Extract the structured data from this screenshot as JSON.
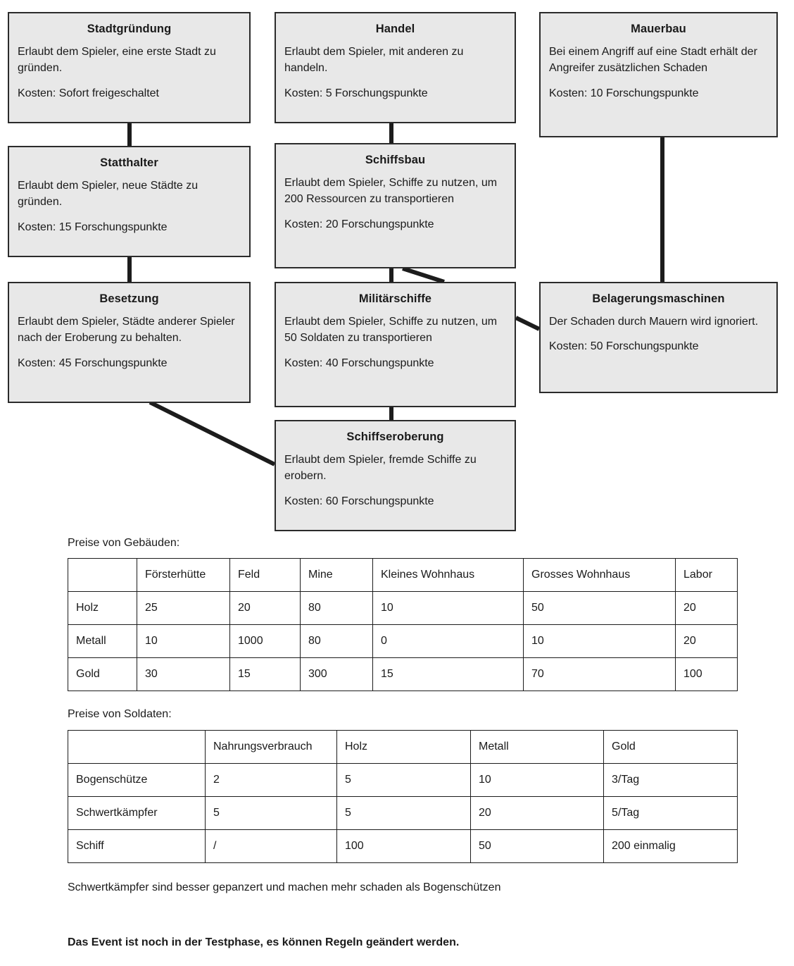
{
  "tech_tree": {
    "nodes": [
      {
        "id": "stadtgruendung",
        "title": "Stadtgründung",
        "desc": "Erlaubt dem Spieler, eine erste Stadt zu gründen.",
        "cost": "Kosten: Sofort freigeschaltet"
      },
      {
        "id": "statthalter",
        "title": "Statthalter",
        "desc": "Erlaubt dem Spieler, neue Städte zu gründen.",
        "cost": "Kosten: 15 Forschungspunkte"
      },
      {
        "id": "besetzung",
        "title": "Besetzung",
        "desc": "Erlaubt dem Spieler, Städte anderer Spieler nach der Eroberung zu behalten.",
        "cost": "Kosten: 45 Forschungspunkte"
      },
      {
        "id": "handel",
        "title": "Handel",
        "desc": "Erlaubt dem Spieler, mit anderen zu handeln.",
        "cost": "Kosten: 5 Forschungspunkte"
      },
      {
        "id": "schiffsbau",
        "title": "Schiffsbau",
        "desc": "Erlaubt dem Spieler, Schiffe zu nutzen, um 200 Ressourcen zu transportieren",
        "cost": "Kosten: 20 Forschungspunkte"
      },
      {
        "id": "militaerschiffe",
        "title": "Militärschiffe",
        "desc": "Erlaubt dem Spieler, Schiffe zu nutzen, um 50 Soldaten zu transportieren",
        "cost": "Kosten: 40 Forschungspunkte"
      },
      {
        "id": "schiffseroberung",
        "title": "Schiffseroberung",
        "desc": "Erlaubt dem Spieler, fremde Schiffe zu erobern.",
        "cost": "Kosten: 60 Forschungspunkte"
      },
      {
        "id": "mauerbau",
        "title": "Mauerbau",
        "desc": "Bei einem Angriff auf eine Stadt erhält der Angreifer zusätzlichen Schaden",
        "cost": "Kosten: 10 Forschungspunkte"
      },
      {
        "id": "belagerungsmaschinen",
        "title": "Belagerungsmaschinen",
        "desc": "Der Schaden durch Mauern wird ignoriert.",
        "cost": "Kosten: 50 Forschungspunkte"
      }
    ],
    "edges": [
      {
        "from": "stadtgruendung",
        "to": "statthalter"
      },
      {
        "from": "statthalter",
        "to": "besetzung"
      },
      {
        "from": "handel",
        "to": "schiffsbau"
      },
      {
        "from": "schiffsbau",
        "to": "militaerschiffe"
      },
      {
        "from": "schiffsbau",
        "to": "militaerschiffe-diagonal"
      },
      {
        "from": "militaerschiffe",
        "to": "schiffseroberung"
      },
      {
        "from": "militaerschiffe",
        "to": "belagerungsmaschinen"
      },
      {
        "from": "besetzung",
        "to": "schiffseroberung"
      },
      {
        "from": "mauerbau",
        "to": "belagerungsmaschinen"
      }
    ],
    "colors": {
      "node_fill": "#e8e8e8",
      "node_border": "#2b2b2b",
      "edge": "#1c1c1c"
    }
  },
  "buildings": {
    "caption": "Preise von Gebäuden:",
    "columns": [
      "",
      "Försterhütte",
      "Feld",
      "Mine",
      "Kleines Wohnhaus",
      "Grosses Wohnhaus",
      "Labor"
    ],
    "rows": [
      {
        "label": "Holz",
        "values": [
          "25",
          "20",
          "80",
          "10",
          "50",
          "20"
        ]
      },
      {
        "label": "Metall",
        "values": [
          "10",
          "1000",
          "80",
          "0",
          "10",
          "20"
        ]
      },
      {
        "label": "Gold",
        "values": [
          "30",
          "15",
          "300",
          "15",
          "70",
          "100"
        ]
      }
    ]
  },
  "soldiers": {
    "caption": "Preise von Soldaten:",
    "columns": [
      "",
      "Nahrungsverbrauch",
      "Holz",
      "Metall",
      "Gold"
    ],
    "rows": [
      {
        "label": "Bogenschütze",
        "values": [
          "2",
          "5",
          "10",
          "3/Tag"
        ]
      },
      {
        "label": "Schwertkämpfer",
        "values": [
          "5",
          "5",
          "20",
          "5/Tag"
        ]
      },
      {
        "label": "Schiff",
        "values": [
          "/",
          "100",
          "50",
          "200 einmalig"
        ]
      }
    ]
  },
  "chart_data": {
    "type": "table",
    "title": "Preise von Gebäuden und Soldaten",
    "tables": [
      {
        "title": "Preise von Gebäuden:",
        "columns": [
          "",
          "Försterhütte",
          "Feld",
          "Mine",
          "Kleines Wohnhaus",
          "Grosses Wohnhaus",
          "Labor"
        ],
        "rows": [
          [
            "Holz",
            "25",
            "20",
            "80",
            "10",
            "50",
            "20"
          ],
          [
            "Metall",
            "10",
            "1000",
            "80",
            "0",
            "10",
            "20"
          ],
          [
            "Gold",
            "30",
            "15",
            "300",
            "15",
            "70",
            "100"
          ]
        ]
      },
      {
        "title": "Preise von Soldaten:",
        "columns": [
          "",
          "Nahrungsverbrauch",
          "Holz",
          "Metall",
          "Gold"
        ],
        "rows": [
          [
            "Bogenschütze",
            "2",
            "5",
            "10",
            "3/Tag"
          ],
          [
            "Schwertkämpfer",
            "5",
            "5",
            "20",
            "5/Tag"
          ],
          [
            "Schiff",
            "/",
            "100",
            "50",
            "200 einmalig"
          ]
        ]
      }
    ]
  },
  "notes": {
    "soldier_note": "Schwertkämpfer sind besser gepanzert und machen mehr schaden als Bogenschützen",
    "testphase_note": "Das Event ist noch in der Testphase, es können Regeln geändert werden."
  }
}
